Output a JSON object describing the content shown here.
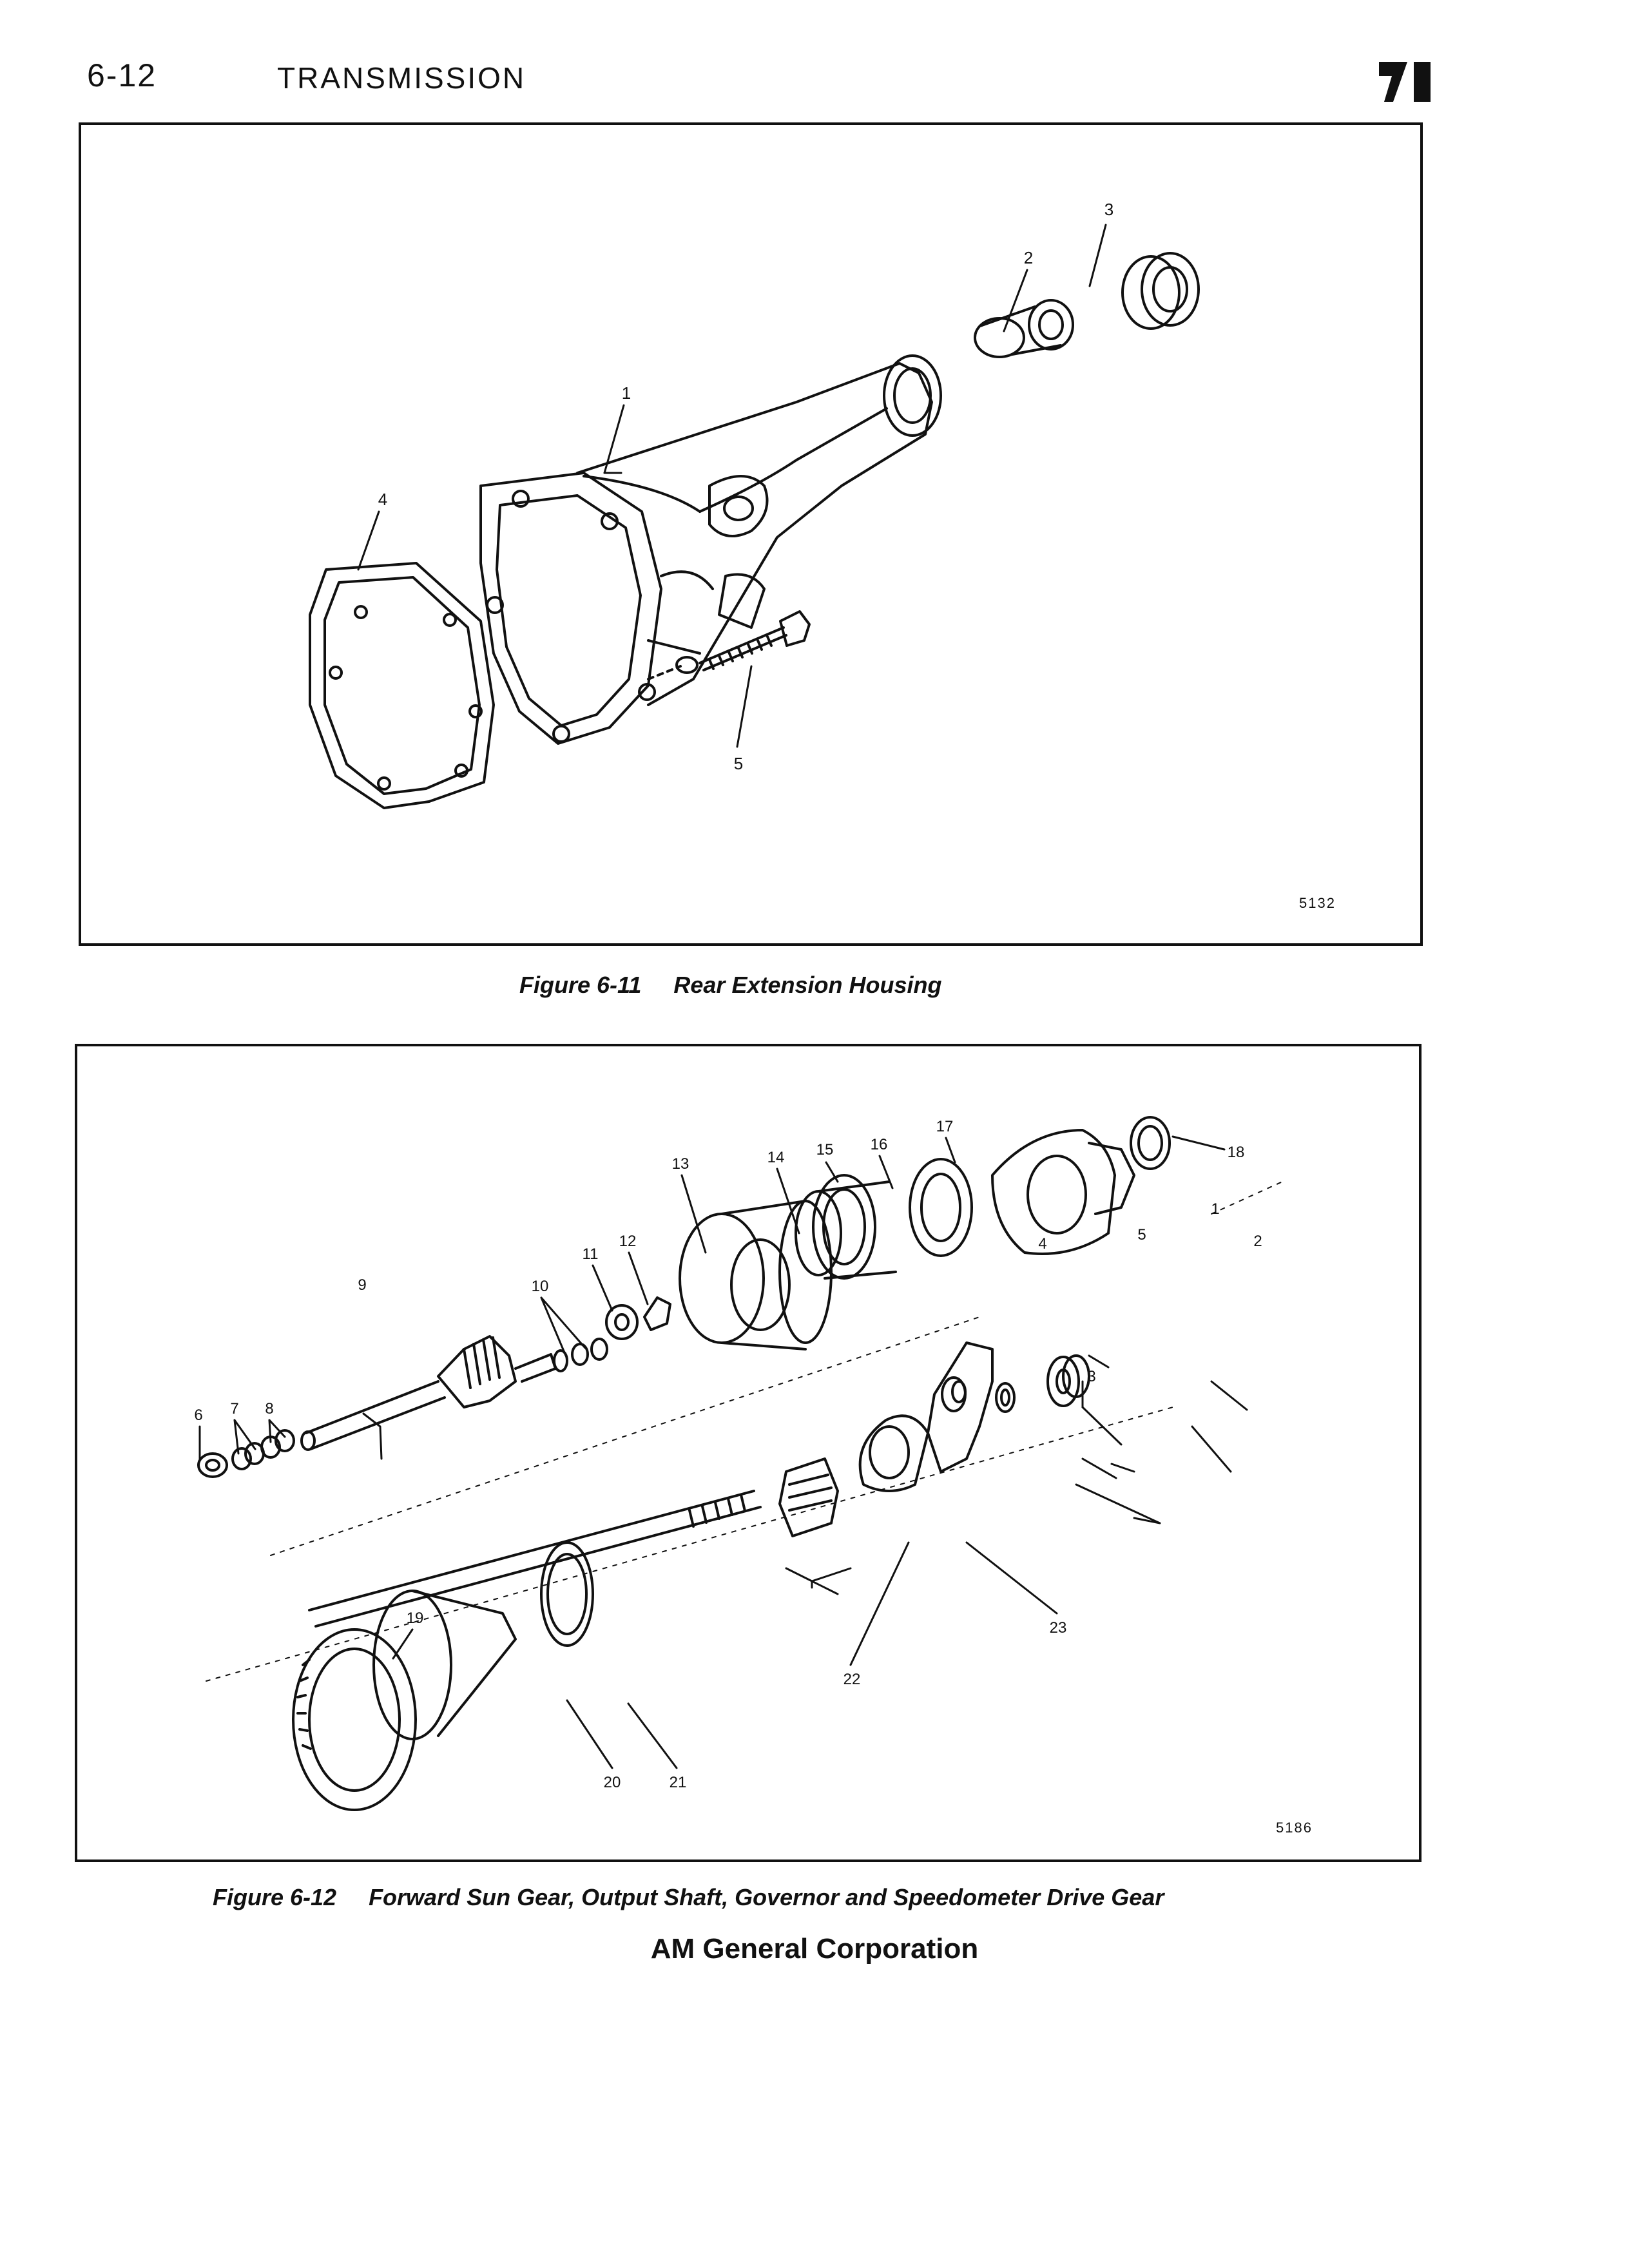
{
  "header": {
    "page_number": "6-12",
    "section_title": "TRANSMISSION",
    "logo_icon": "am-general-logo-icon"
  },
  "figures": [
    {
      "id_code": "5132",
      "caption_number": "Figure 6-11",
      "caption_title": "Rear Extension Housing",
      "callouts": [
        "1",
        "2",
        "3",
        "4",
        "5"
      ]
    },
    {
      "id_code": "5186",
      "caption_number": "Figure 6-12",
      "caption_title": "Forward Sun Gear, Output Shaft, Governor and Speedometer Drive Gear",
      "callouts": [
        "1",
        "2",
        "3",
        "4",
        "5",
        "6",
        "7",
        "8",
        "9",
        "10",
        "11",
        "12",
        "13",
        "14",
        "15",
        "16",
        "17",
        "18",
        "19",
        "20",
        "21",
        "22",
        "23"
      ]
    }
  ],
  "footer": {
    "publisher": "AM General Corporation"
  }
}
